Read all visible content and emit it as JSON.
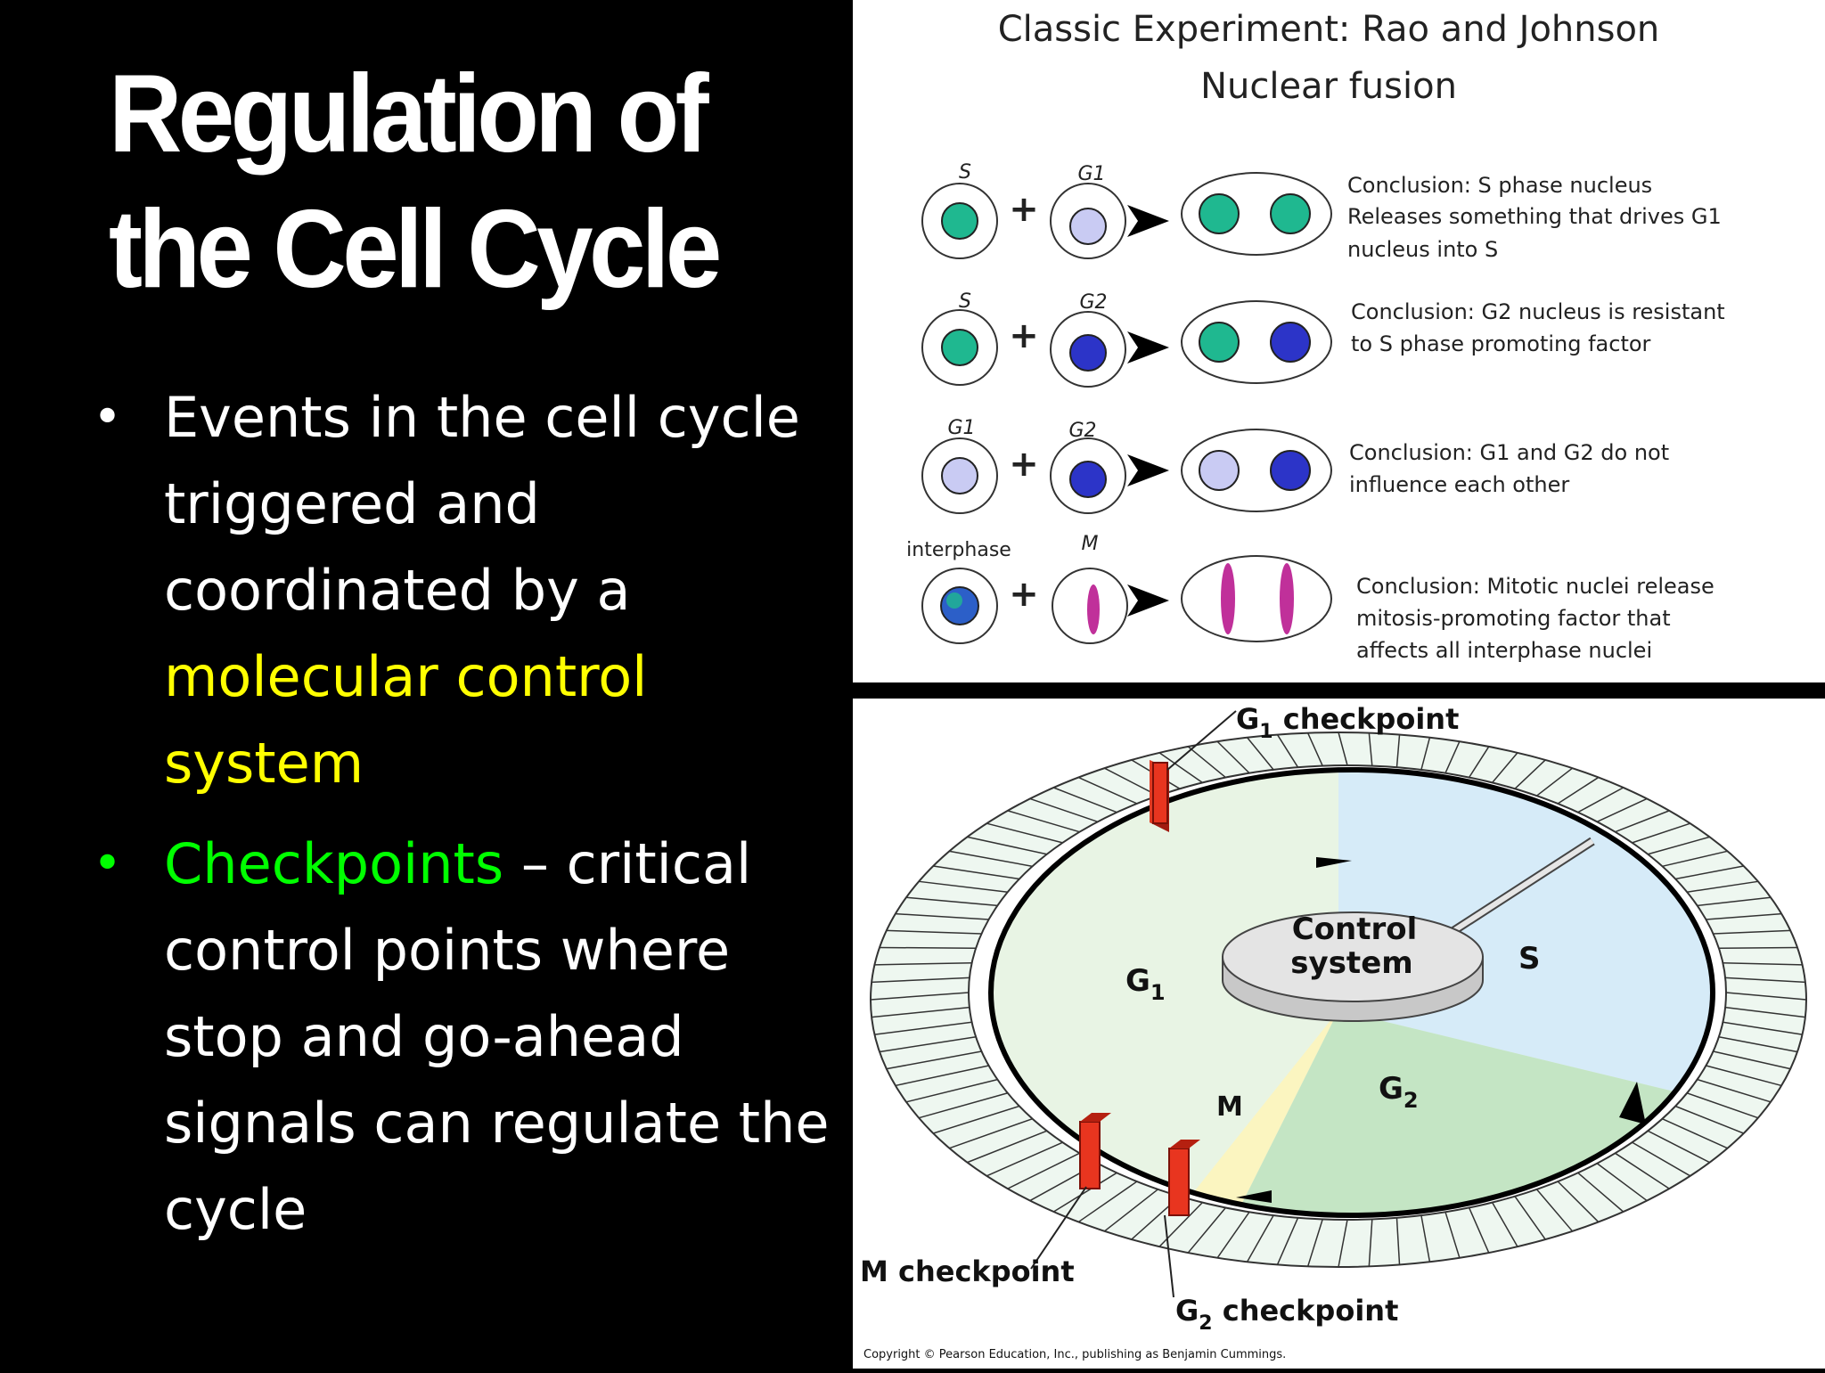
{
  "slide": {
    "title_line1": "Regulation of",
    "title_line2": "the Cell Cycle",
    "bullet1": {
      "text_white": "Events in the cell cycle triggered and coordinated by a",
      "text_yellow": "molecular control system"
    },
    "bullet2": {
      "text_green": "Checkpoints",
      "text_white": " – critical control points where stop and go-ahead signals can regulate the cycle"
    },
    "bullet_marker": "•"
  },
  "experiment": {
    "title_line1": "Classic Experiment: Rao and Johnson",
    "title_line2": "Nuclear fusion",
    "plus": "+",
    "rows": [
      {
        "left_label": "S",
        "right_label": "G1",
        "conclusion": [
          "Conclusion:  S phase nucleus",
          "Releases something that drives G1",
          "nucleus into S"
        ]
      },
      {
        "left_label": "S",
        "right_label": "G2",
        "conclusion": [
          "Conclusion:  G2 nucleus is resistant",
          "to S phase promoting factor"
        ]
      },
      {
        "left_label": "G1",
        "right_label": "G2",
        "conclusion": [
          "Conclusion:  G1 and G2 do not",
          "influence each other"
        ]
      },
      {
        "left_label": "interphase",
        "right_label": "M",
        "conclusion": [
          "Conclusion:  Mitotic nuclei release",
          "mitosis-promoting factor that",
          "affects all interphase nuclei"
        ]
      }
    ],
    "colors": {
      "s_nucleus": "#1fb890",
      "g1_nucleus": "#c9cbf3",
      "g2_nucleus": "#2c34c8",
      "m_chromosome": "#c0309a"
    }
  },
  "cycle": {
    "g1_checkpoint": "G",
    "g1_sub": "1",
    "checkpoint_word": " checkpoint",
    "m_checkpoint": "M checkpoint",
    "g2_checkpoint": "G",
    "g2_sub": "2",
    "control_line1": "Control",
    "control_line2": "system",
    "phase_g1": "G",
    "phase_g1_sub": "1",
    "phase_s": "S",
    "phase_g2": "G",
    "phase_g2_sub": "2",
    "phase_m": "M",
    "copyright": "Copyright © Pearson Education, Inc., publishing as Benjamin Cummings."
  }
}
